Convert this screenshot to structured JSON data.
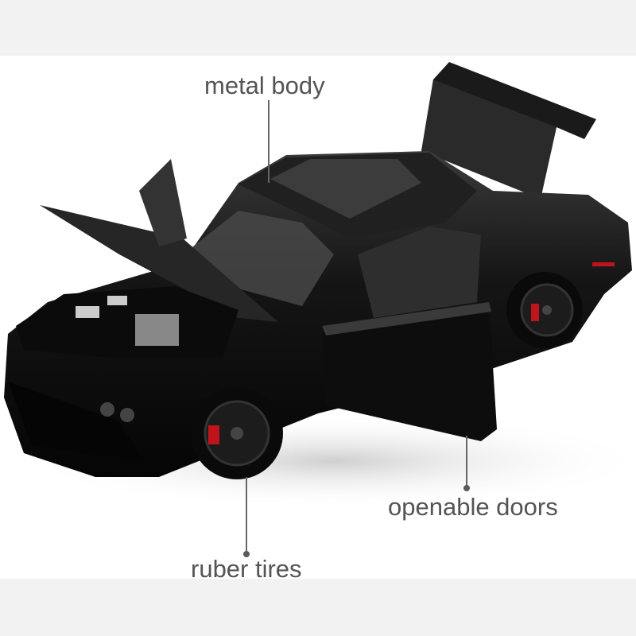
{
  "callouts": {
    "metal_body": "metal body",
    "openable_doors": "openable doors",
    "rubber_tires": "ruber tires"
  },
  "colors": {
    "band": "#f2f2f2",
    "label_text": "#545454",
    "car_body": "#111111",
    "brake_caliper": "#c0141c"
  }
}
